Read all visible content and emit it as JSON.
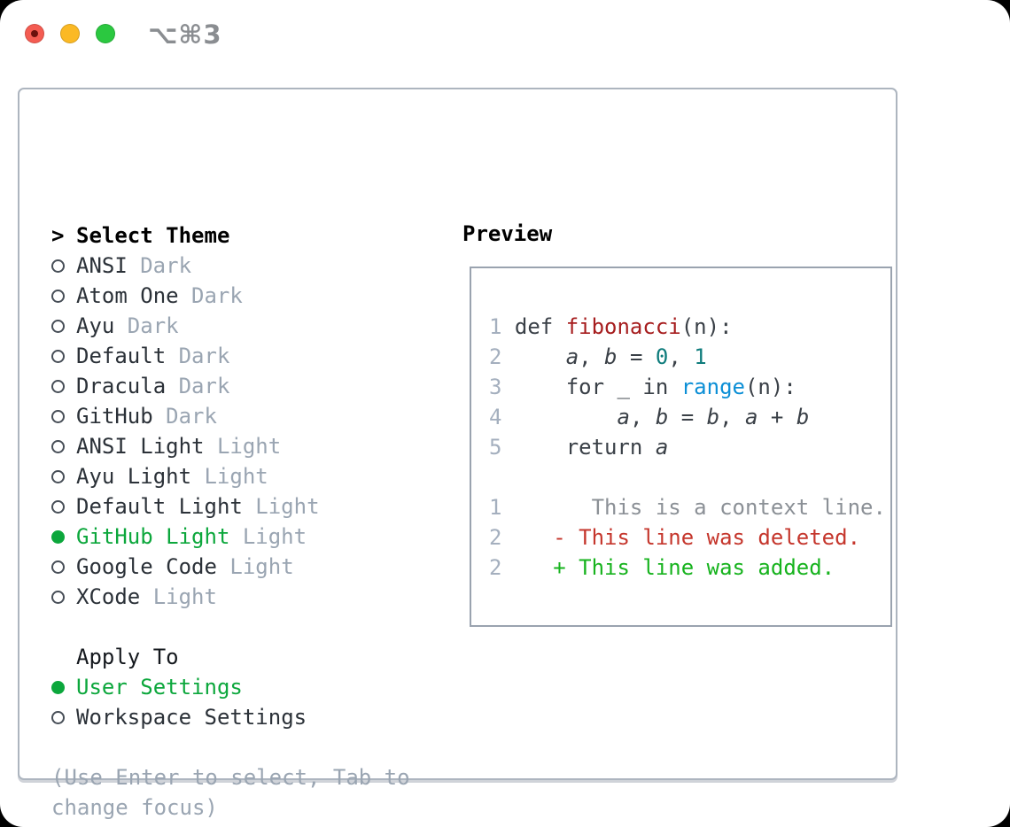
{
  "window": {
    "shortcut_label": "⌥⌘3"
  },
  "sidebar": {
    "header": {
      "prompt": ">",
      "title": "Select Theme"
    },
    "themes": [
      {
        "name": "ANSI",
        "variant": "Dark",
        "selected": false
      },
      {
        "name": "Atom One",
        "variant": "Dark",
        "selected": false
      },
      {
        "name": "Ayu",
        "variant": "Dark",
        "selected": false
      },
      {
        "name": "Default",
        "variant": "Dark",
        "selected": false
      },
      {
        "name": "Dracula",
        "variant": "Dark",
        "selected": false
      },
      {
        "name": "GitHub",
        "variant": "Dark",
        "selected": false
      },
      {
        "name": "ANSI Light",
        "variant": "Light",
        "selected": false
      },
      {
        "name": "Ayu Light",
        "variant": "Light",
        "selected": false
      },
      {
        "name": "Default Light",
        "variant": "Light",
        "selected": false
      },
      {
        "name": "GitHub Light",
        "variant": "Light",
        "selected": true
      },
      {
        "name": "Google Code",
        "variant": "Light",
        "selected": false
      },
      {
        "name": "XCode",
        "variant": "Light",
        "selected": false
      }
    ],
    "apply_to": {
      "title": "Apply To",
      "options": [
        {
          "name": "User Settings",
          "selected": true
        },
        {
          "name": "Workspace Settings",
          "selected": false
        }
      ]
    },
    "hint_lines": [
      "(Use Enter to select, Tab to",
      "change focus)"
    ]
  },
  "preview": {
    "title": "Preview",
    "code_lines": [
      {
        "num": "1",
        "tokens": [
          {
            "t": "def ",
            "c": "code"
          },
          {
            "t": "fibonacci",
            "c": "func"
          },
          {
            "t": "(n):",
            "c": "code"
          }
        ]
      },
      {
        "num": "2",
        "tokens": [
          {
            "t": "    ",
            "c": "code"
          },
          {
            "t": "a",
            "c": "var"
          },
          {
            "t": ", ",
            "c": "code"
          },
          {
            "t": "b",
            "c": "var"
          },
          {
            "t": " = ",
            "c": "code"
          },
          {
            "t": "0",
            "c": "num"
          },
          {
            "t": ", ",
            "c": "code"
          },
          {
            "t": "1",
            "c": "num"
          }
        ]
      },
      {
        "num": "3",
        "tokens": [
          {
            "t": "    for _ in ",
            "c": "code"
          },
          {
            "t": "range",
            "c": "builtin"
          },
          {
            "t": "(n):",
            "c": "code"
          }
        ]
      },
      {
        "num": "4",
        "tokens": [
          {
            "t": "        ",
            "c": "code"
          },
          {
            "t": "a",
            "c": "var"
          },
          {
            "t": ", ",
            "c": "code"
          },
          {
            "t": "b",
            "c": "var"
          },
          {
            "t": " = ",
            "c": "code"
          },
          {
            "t": "b",
            "c": "var"
          },
          {
            "t": ", ",
            "c": "code"
          },
          {
            "t": "a",
            "c": "var"
          },
          {
            "t": " + ",
            "c": "code"
          },
          {
            "t": "b",
            "c": "var"
          }
        ]
      },
      {
        "num": "5",
        "tokens": [
          {
            "t": "    return ",
            "c": "code"
          },
          {
            "t": "a",
            "c": "var"
          }
        ]
      }
    ],
    "diff_lines": [
      {
        "num": "1",
        "kind": "context",
        "text": "      This is a context line."
      },
      {
        "num": "2",
        "kind": "deleted",
        "text": "   - This line was deleted."
      },
      {
        "num": "2",
        "kind": "added",
        "text": "   + This line was added."
      }
    ]
  },
  "colors": {
    "selected_green": "#0CA73C",
    "func_red": "#A61D1E",
    "number_teal": "#0F7C7C",
    "builtin_blue": "#0C8FD6",
    "deleted_red": "#C5362C",
    "added_green": "#17B31E",
    "context_gray": "#8B9096",
    "muted_gray": "#9AA5B2",
    "text_dark": "#2B3138",
    "line_number_gray": "#A4AFBE",
    "traffic_red": "#F45C52",
    "traffic_yellow": "#FBB924",
    "traffic_green": "#2BC840"
  }
}
